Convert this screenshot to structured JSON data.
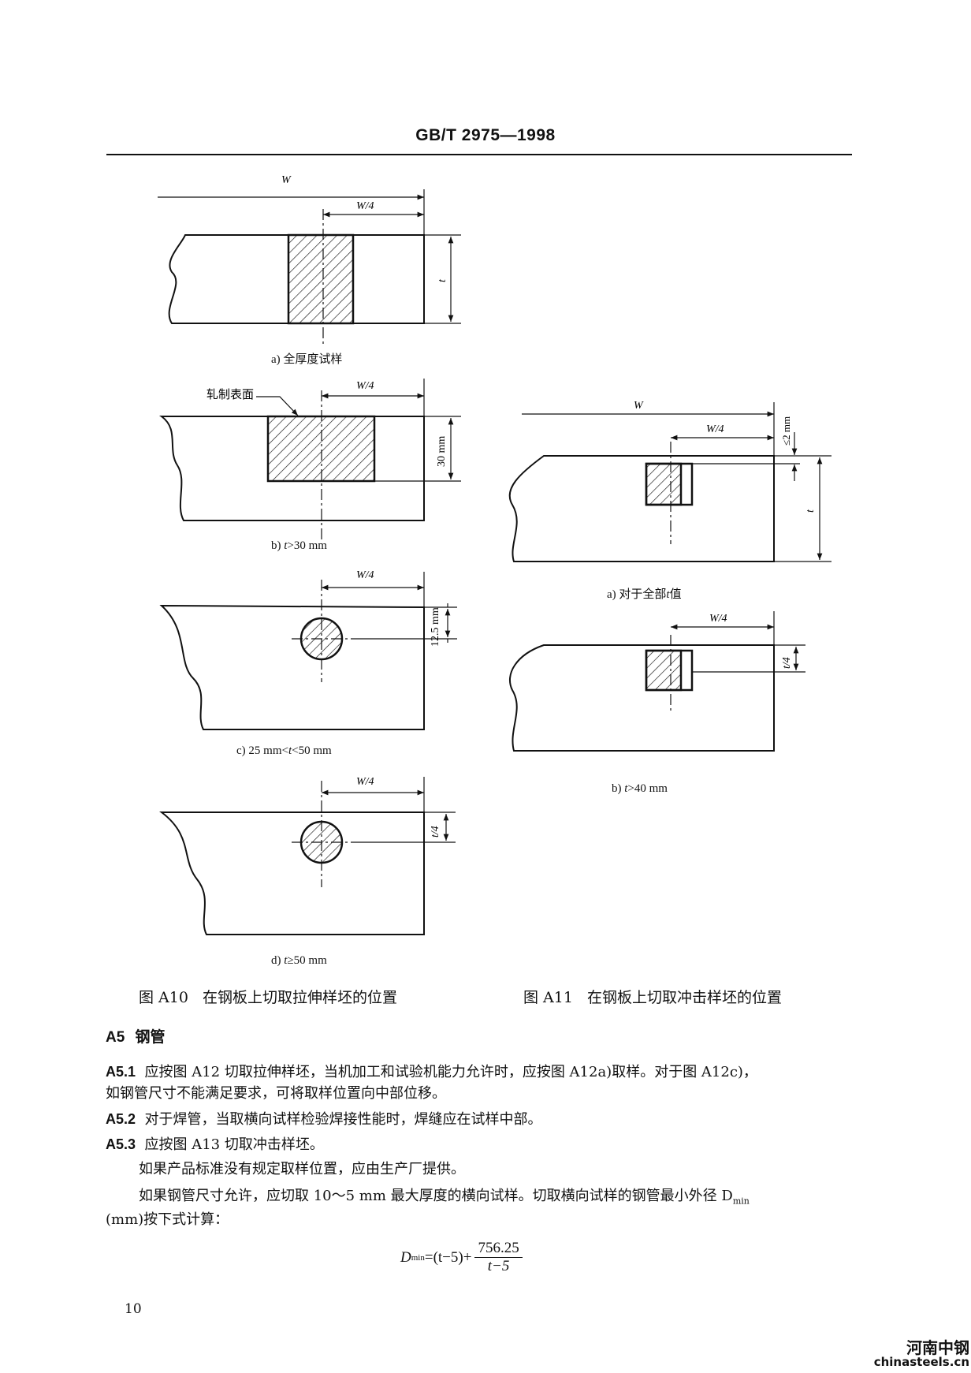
{
  "header": "GB/T 2975—1998",
  "fig_a10": {
    "a": {
      "W": "W",
      "W4": "W/4",
      "t": "t",
      "caption": "a) 全厚度试样"
    },
    "b": {
      "rolled": "轧制表面",
      "W4": "W/4",
      "dim": "30 mm",
      "caption_pre": "b) ",
      "caption_var": "t",
      "caption_post": ">30 mm"
    },
    "c": {
      "W4": "W/4",
      "dim": "12.5 mm",
      "caption_pre": "c) 25 mm<",
      "caption_var": "t",
      "caption_post": "<50 mm"
    },
    "d": {
      "W4": "W/4",
      "dim": "t/4",
      "caption_pre": "d) ",
      "caption_var": "t",
      "caption_post": "≥50 mm"
    },
    "title": "图 A10   在钢板上切取拉伸样坯的位置"
  },
  "fig_a11": {
    "a": {
      "W": "W",
      "W4": "W/4",
      "le2": "≤2 mm",
      "t": "t",
      "caption_pre": "a) 对于全部",
      "caption_var": "t",
      "caption_post": "值"
    },
    "b": {
      "W4": "W/4",
      "dim": "t/4",
      "caption_pre": "b) ",
      "caption_var": "t",
      "caption_post": ">40 mm"
    },
    "title": "图 A11   在钢板上切取冲击样坯的位置"
  },
  "section": {
    "num": "A5",
    "title": "钢管"
  },
  "clauses": [
    {
      "id": "A5.1",
      "text": "应按图 A12 切取拉伸样坯，当机加工和试验机能力允许时，应按图 A12a)取样。对于图 A12c)，"
    },
    {
      "id": "",
      "text": "如钢管尺寸不能满足要求，可将取样位置向中部位移。"
    },
    {
      "id": "A5.2",
      "text": "对于焊管，当取横向试样检验焊接性能时，焊缝应在试样中部。"
    },
    {
      "id": "A5.3",
      "text": "应按图 A13 切取冲击样坯。"
    }
  ],
  "p1": "如果产品标准没有规定取样位置，应由生产厂提供。",
  "p2a": "如果钢管尺寸允许，应切取 10～5 mm 最大厚度的横向试样。切取横向试样的钢管最小外径 D",
  "p2sub": "min",
  "p2b": "(mm)按下式计算：",
  "formula": {
    "lhs": "D",
    "lhs_sub": "min",
    "mid": "=(t−5)+",
    "num": "756.25",
    "den": "t−5"
  },
  "page_number": "10",
  "watermark": {
    "cn": "河南中钢",
    "en": "chinasteels.cn"
  }
}
